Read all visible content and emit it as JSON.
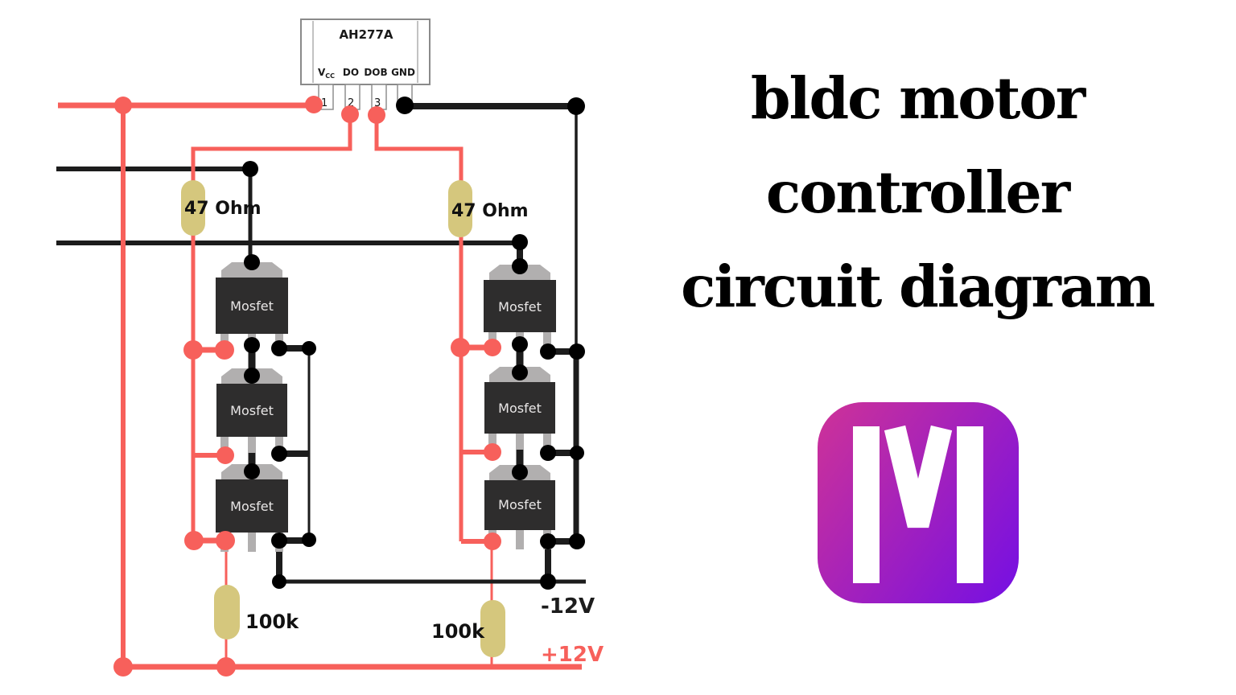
{
  "title": {
    "line1": "bldc motor",
    "line2": "controller",
    "line3": "circuit diagram"
  },
  "ic": {
    "name": "AH277A",
    "pin_labels": {
      "vcc_main": "V",
      "vcc_sub": "CC",
      "do": "DO",
      "dob": "DOB",
      "gnd": "GND"
    },
    "pin_numbers": {
      "p1": "1",
      "p2": "2",
      "p3": "3"
    }
  },
  "components": {
    "mosfet_label": "Mosfet",
    "resistor_gate_left": "47 Ohm",
    "resistor_gate_right": "47 Ohm",
    "resistor_pull_left": "100k",
    "resistor_pull_right": "100k"
  },
  "rails": {
    "negative": "-12V",
    "positive": "+12V"
  },
  "logo": {
    "letter": "M"
  },
  "colors": {
    "wire_red": "#f7605b",
    "wire_black": "#1c1c1c",
    "resistor_fill": "#d5c77d",
    "mosfet_body": "#2e2d2d",
    "metal_gray": "#b1afaf",
    "ic_border": "#8a8a8a",
    "title_color": "#000000",
    "logo_start": "#c9309c",
    "logo_end": "#7a11df",
    "label_color": "#111111"
  }
}
